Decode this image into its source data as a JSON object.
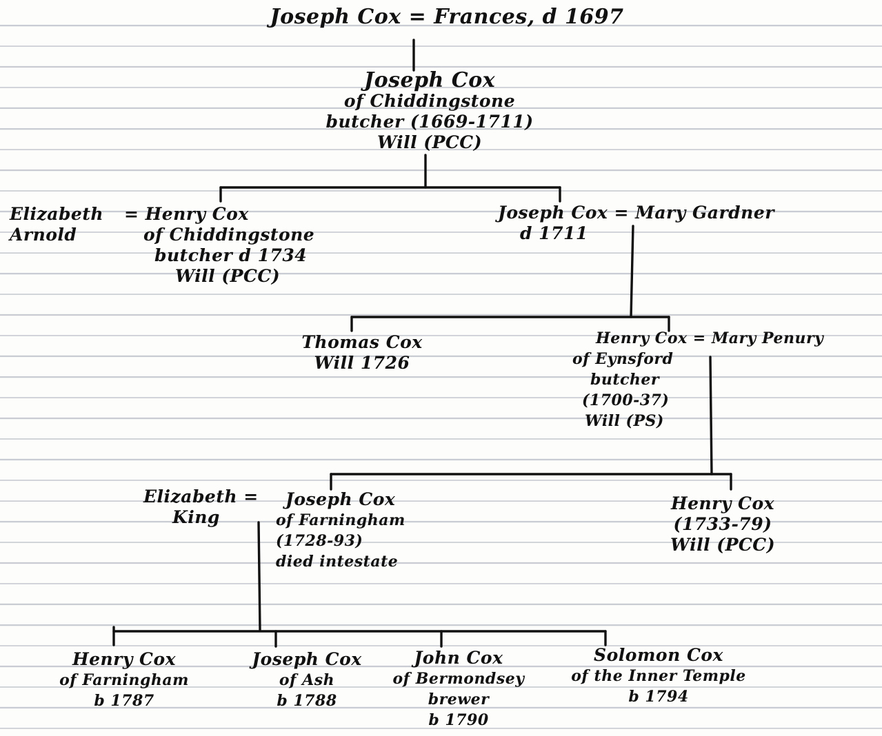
{
  "nodes": {
    "joseph_cox_root": [
      "Joseph Cox = Frances, d 1697"
    ],
    "joseph_cox_chiddingstone": [
      "Joseph Cox",
      "of Chiddingstone",
      "butcher (1669-1711)",
      "Will (PCC)"
    ],
    "elizabeth_arnold": [
      "Elizabeth",
      "Arnold"
    ],
    "henry_cox_chiddingstone": [
      "= Henry Cox",
      "of Chiddingstone",
      "butcher d 1734",
      "Will (PCC)"
    ],
    "joseph_cox_1711": [
      "Joseph Cox = Mary Gardner",
      "d 1711"
    ],
    "thomas_cox": [
      "Thomas Cox",
      "Will 1726"
    ],
    "henry_cox_eynsford": [
      "Henry Cox = Mary Penury",
      "of Eynsford",
      "butcher",
      "(1700-37)",
      "Will (PS)"
    ],
    "elizabeth_king": [
      "Elizabeth =",
      "King"
    ],
    "joseph_cox_farningham": [
      "Joseph Cox",
      "of Farningham",
      "(1728-93)",
      "died intestate"
    ],
    "henry_cox_1733": [
      "Henry Cox",
      "(1733-79)",
      "Will (PCC)"
    ],
    "henry_cox_farningham": [
      "Henry Cox",
      "of Farningham",
      "b 1787"
    ],
    "joseph_cox_ash": [
      "Joseph Cox",
      "of Ash",
      "b 1788"
    ],
    "john_cox_bermondsey": [
      "John Cox",
      "of Bermondsey",
      "brewer",
      "b 1790"
    ],
    "solomon_cox": [
      "Solomon Cox",
      "of the Inner Temple",
      "b 1794"
    ]
  }
}
